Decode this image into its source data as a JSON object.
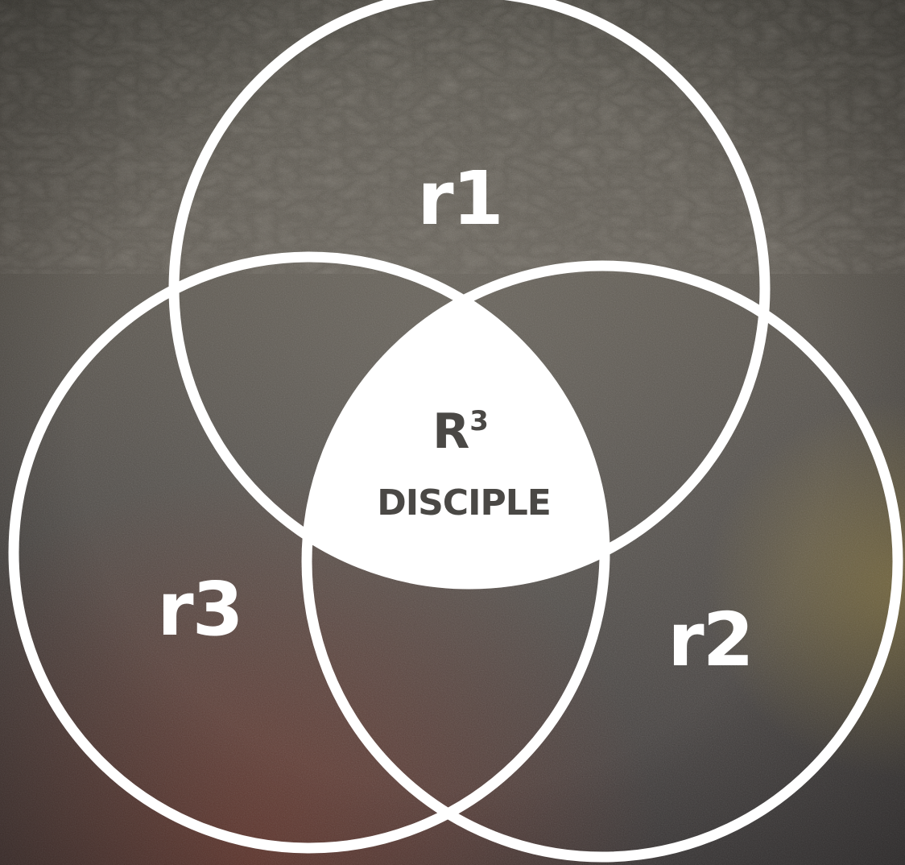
{
  "diagram": {
    "type": "venn",
    "circles": [
      {
        "id": "top",
        "label": "r1"
      },
      {
        "id": "right",
        "label": "r2"
      },
      {
        "id": "left",
        "label": "r3"
      }
    ],
    "center": {
      "title_letter": "R",
      "title_superscript": "3",
      "subtitle": "DISCIPLE"
    }
  },
  "colors": {
    "ring": "#ffffff",
    "center_fill": "#ffffff",
    "center_text": "#4a4845",
    "outer_text": "#ffffff",
    "background_base": "#4a4642"
  }
}
